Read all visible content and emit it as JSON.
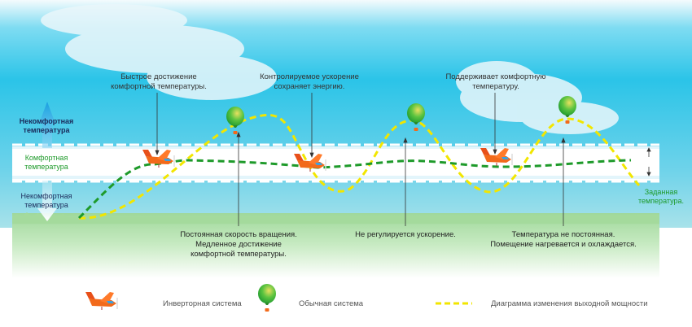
{
  "colors": {
    "sky": "#2bc4e8",
    "grass": "#a8dca0",
    "inverter_line": "#1e9a2a",
    "power_line": "#f2e600",
    "plane": "#f26a1b",
    "balloon": "#3cb43c"
  },
  "side_labels": {
    "uncomfortable_top": "Некомфортная температура",
    "comfortable": "Комфортная температура",
    "uncomfortable_bottom": "Некомфортная температура",
    "set_temperature": "Заданная температура."
  },
  "top_annotations": [
    {
      "line1": "Быстрое достижение",
      "line2": "комфортной температуры."
    },
    {
      "line1": "Контролируемое ускорение",
      "line2": "сохраняет энергию."
    },
    {
      "line1": "Поддерживает комфортную",
      "line2": "температуру."
    }
  ],
  "bottom_annotations": [
    {
      "line1": "Постоянная скорость вращения.",
      "line2": "Медленное достижение",
      "line3": "комфортной температуры."
    },
    {
      "line1": "Не регулируется ускорение."
    },
    {
      "line1": "Температура не постоянная.",
      "line2": "Помещение нагревается и охлаждается."
    }
  ],
  "legend": {
    "inverter": {
      "label": "Инверторная система",
      "icon": "airplane-icon"
    },
    "conventional": {
      "label": "Обычная система",
      "icon": "balloon-icon"
    },
    "power": {
      "label": "Диаграмма изменения выходной мощности",
      "icon": "yellow-dash-line"
    }
  }
}
